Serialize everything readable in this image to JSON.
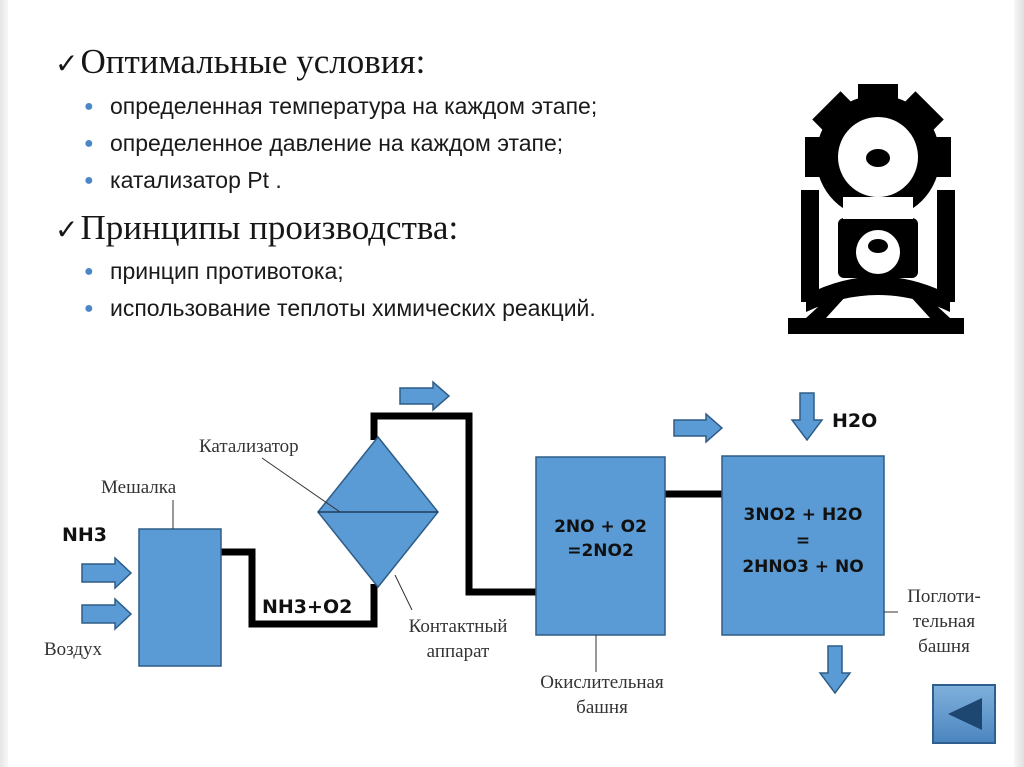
{
  "optimal": {
    "heading": "Оптимальные условия:",
    "items": [
      "определенная температура на каждом этапе;",
      "определенное давление на каждом этапе;",
      "катализатор Pt ."
    ]
  },
  "principles": {
    "heading": "Принципы производства:",
    "items": [
      "принцип противотока;",
      "использование теплоты химических реакций."
    ]
  },
  "diagram": {
    "labels": {
      "catalyst": "Катализатор",
      "mixer": "Мешалка",
      "air": "Воздух",
      "contact_apparatus": [
        "Контактный",
        "аппарат"
      ],
      "oxidation_tower": [
        "Окислительная",
        "башня"
      ],
      "absorption_tower": [
        "Поглоти-",
        "тельная",
        "башня"
      ]
    },
    "formulas": {
      "nh3": "NH3",
      "nh3_o2": "NH3+O2",
      "h2o": "H2O",
      "oxidation_reaction": [
        "2NO + O2",
        "=2NO2"
      ],
      "absorption_reaction": [
        "3NO2 + H2O",
        "=",
        "2HNO3 + NO"
      ]
    },
    "colors": {
      "vessel_fill": "#5b9bd5",
      "vessel_stroke": "#2f5d87",
      "pipe": "#000000"
    }
  },
  "logo": {
    "icon": "chemical-industry-emblem-icon"
  },
  "navigation": {
    "back_icon": "back-arrow-icon"
  }
}
